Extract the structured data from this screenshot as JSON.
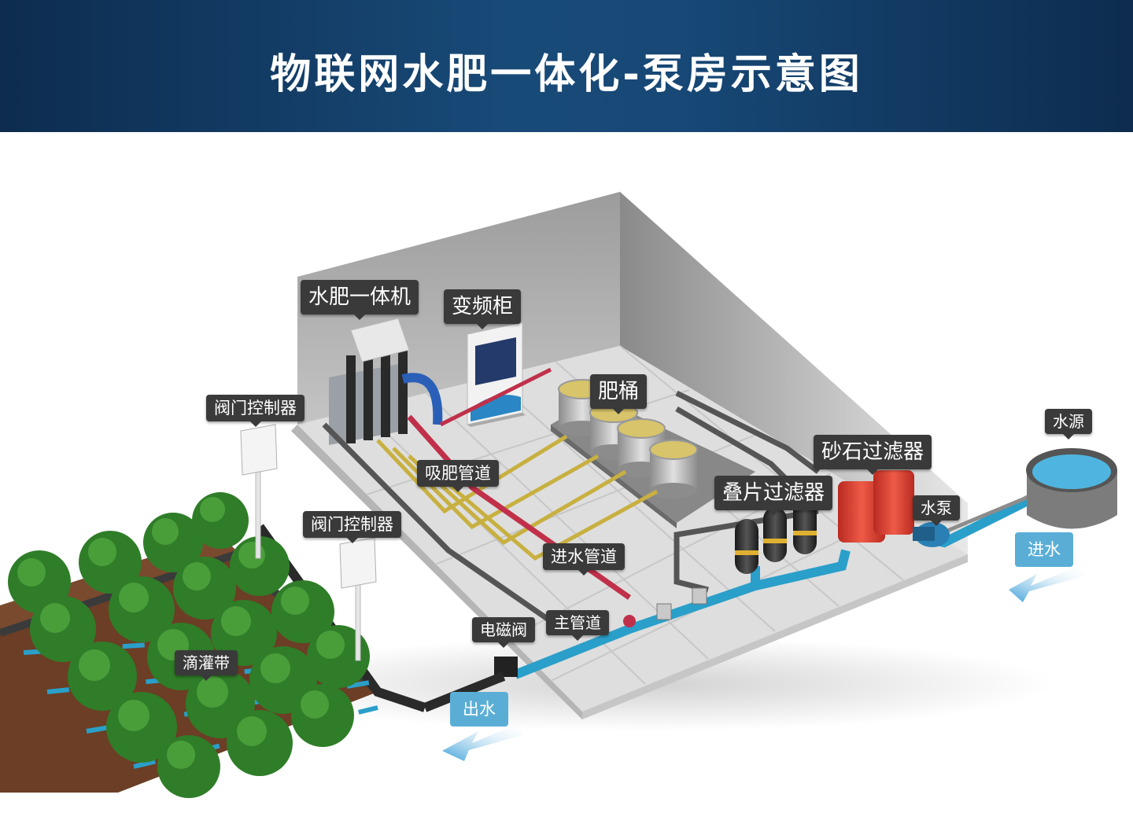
{
  "title": "物联网水肥一体化-泵房示意图",
  "labels": {
    "fertigation_machine": "水肥一体机",
    "vfd_cabinet": "变频柜",
    "fertilizer_tank": "肥桶",
    "valve_controller_1": "阀门控制器",
    "valve_controller_2": "阀门控制器",
    "suction_pipe": "吸肥管道",
    "inlet_pipe": "进水管道",
    "sand_filter": "砂石过滤器",
    "disc_filter": "叠片过滤器",
    "water_source": "水源",
    "water_pump": "水泵",
    "solenoid_valve": "电磁阀",
    "main_pipe": "主管道",
    "drip_tape": "滴灌带"
  },
  "flows": {
    "water_in": "进水",
    "water_out": "出水"
  },
  "colors": {
    "header": "#184a78",
    "tag": "#3a3a3a",
    "flow": "#5aaed6",
    "pipe_blue": "#2a9fc9",
    "sand_filter": "#e04a3a"
  }
}
